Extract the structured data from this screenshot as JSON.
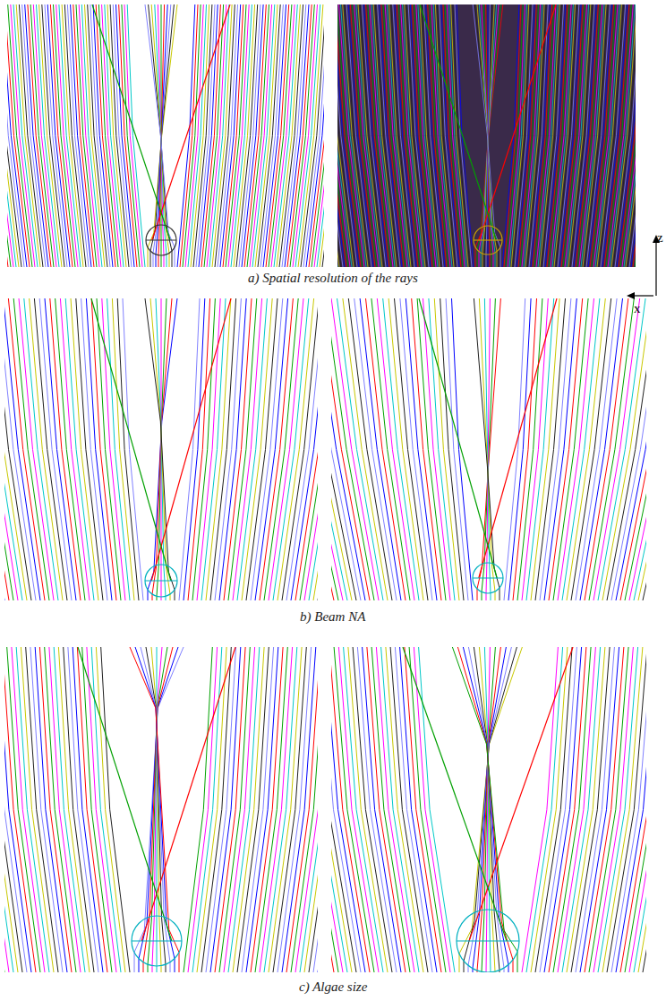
{
  "diagram": {
    "labels": [
      "a) Spatial resolution of the rays",
      "b) Beam NA",
      "c) Algae size",
      "z",
      "x"
    ]
  }
}
